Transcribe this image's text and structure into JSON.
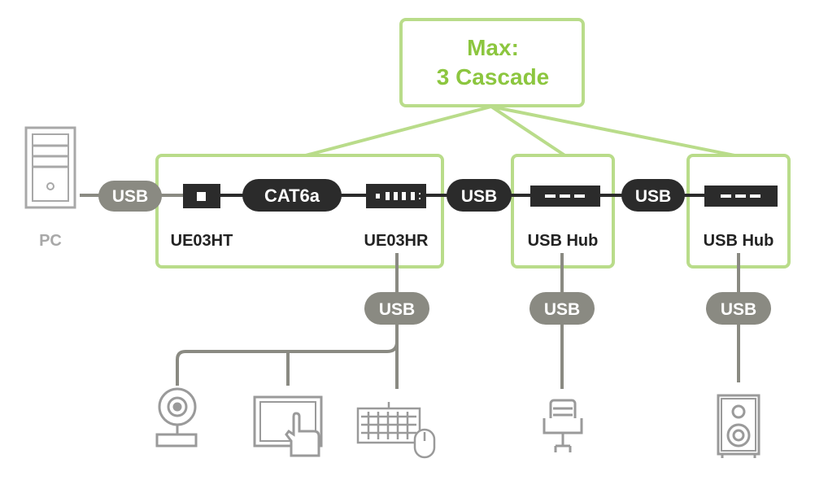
{
  "callout": {
    "line1": "Max:",
    "line2": "3 Cascade"
  },
  "pc": {
    "label": "PC",
    "icon": "pc-tower-icon"
  },
  "cables": {
    "usb": "USB",
    "cat6a": "CAT6a"
  },
  "devices": {
    "transmitter": "UE03HT",
    "receiver": "UE03HR",
    "hub1": "USB Hub",
    "hub2": "USB Hub"
  },
  "peripherals": [
    {
      "icon": "webcam-icon"
    },
    {
      "icon": "touchscreen-icon"
    },
    {
      "icon": "keyboard-mouse-icon"
    },
    {
      "icon": "microphone-icon"
    },
    {
      "icon": "speaker-icon"
    }
  ],
  "colors": {
    "green": "#b9dc8a",
    "green_text": "#8cc63f",
    "gray_pill": "#8a8a82",
    "dark_pill": "#2b2b2b",
    "line_gray": "#8a8a82",
    "pc_gray": "#a8a8a8",
    "icon_gray": "#9a9a9a"
  }
}
